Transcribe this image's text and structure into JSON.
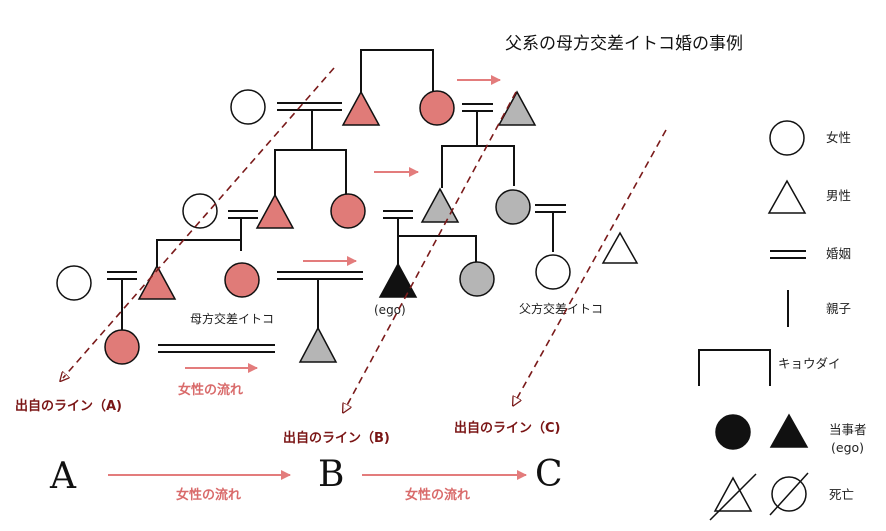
{
  "title": "父系の母方交差イトコ婚の事例",
  "labels": {
    "matrilateral": "母方交差イトコ",
    "patrilateral": "父方交差イトコ",
    "ego": "(ego)"
  },
  "lines": {
    "a": "出自のライン（A)",
    "b": "出自のライン（B)",
    "c": "出自のライン（C)"
  },
  "female_flow": "女性の流れ",
  "big_letters": {
    "a": "A",
    "b": "B",
    "c": "C"
  },
  "legend": {
    "female": "女性",
    "male": "男性",
    "marriage": "婚姻",
    "parent_child": "親子",
    "siblings": "キョウダイ",
    "ego": "当事者\n(ego)",
    "dead": "死亡"
  },
  "colors": {
    "red_fill": "#e07b78",
    "gray_fill": "#b5b5b5",
    "arrow_pink": "#e37c7c",
    "dashed_brown": "#7a1a1a",
    "line_text_brown": "#7a1515",
    "flow_text_pink": "#d96b6b"
  }
}
